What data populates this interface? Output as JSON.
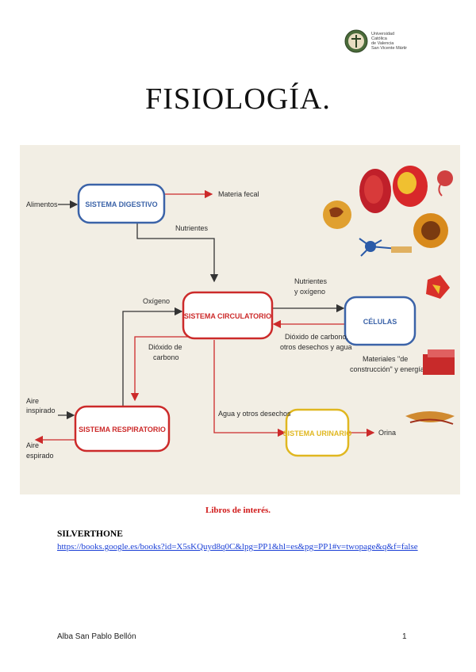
{
  "header": {
    "logo_lines": [
      "Universidad",
      "Católica",
      "de Valencia",
      "San Vicente Mártir"
    ]
  },
  "title": "FISIOLOGÍA.",
  "diagram": {
    "boxes": {
      "digestivo": "SISTEMA DIGESTIVO",
      "circulatorio": "SISTEMA CIRCULATORIO",
      "celulas": "CÉLULAS",
      "respiratorio": "SISTEMA RESPIRATORIO",
      "urinario": "SISTEMA URINARIO"
    },
    "labels": {
      "alimentos": "Alimentos",
      "materia_fecal": "Materia fecal",
      "nutrientes": "Nutrientes",
      "oxigeno": "Oxígeno",
      "nutrientes_oxigeno_1": "Nutrientes",
      "nutrientes_oxigeno_2": "y oxígeno",
      "dioxido_carbono_1": "Dióxido de",
      "dioxido_carbono_2": "carbono",
      "dioxido_otros_1": "Dióxido de carbono,",
      "dioxido_otros_2": "otros desechos y agua",
      "materiales_1": "Materiales \"de",
      "materiales_2": "construcción\" y energía",
      "aire_inspirado_1": "Aire",
      "aire_inspirado_2": "inspirado",
      "aire_espirado_1": "Aire",
      "aire_espirado_2": "espirado",
      "agua_desechos": "Agua y otros desechos",
      "orina": "Orina"
    },
    "colors": {
      "digestivo": "#3b63a8",
      "circulatorio": "#cc2a2a",
      "celulas": "#3b63a8",
      "respiratorio": "#cc2a2a",
      "urinario": "#e0b720",
      "arrow_red": "#cc2a2a",
      "arrow_dark": "#333333",
      "background": "#f2eee4"
    }
  },
  "references": {
    "heading": "Libros de interés.",
    "author": "SILVERTHONE",
    "link": "https://books.google.es/books?id=X5sKQuyd8q0C&lpg=PP1&hl=es&pg=PP1#v=twopage&q&f=false"
  },
  "footer": {
    "author": "Alba San Pablo Bellón",
    "page_number": "1"
  }
}
